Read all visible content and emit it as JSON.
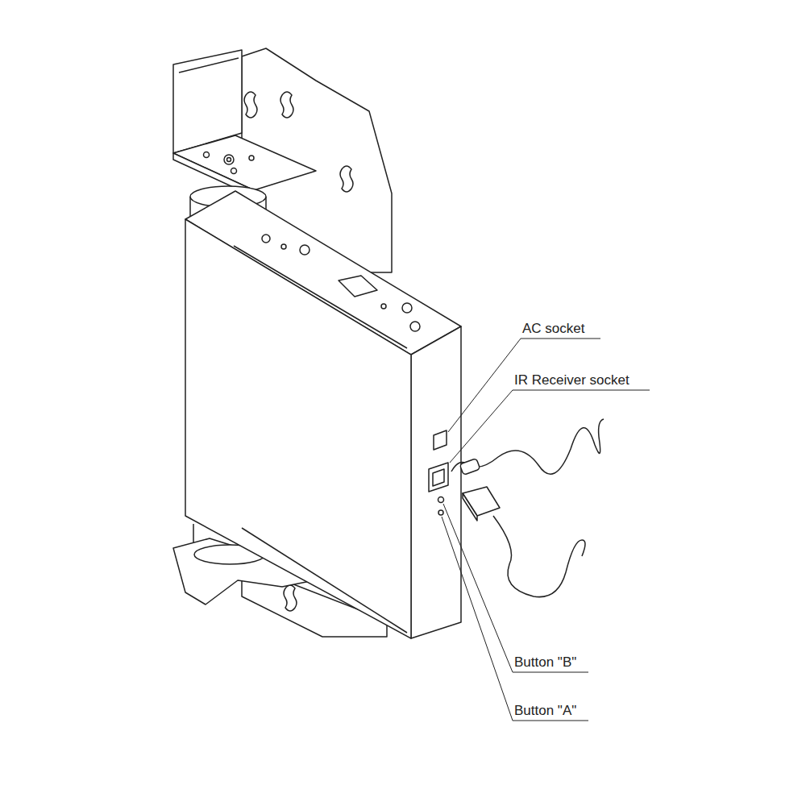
{
  "diagram": {
    "labels": [
      "AC socket",
      "IR Receiver socket",
      "Button \"B\"",
      "Button \"A\""
    ]
  }
}
